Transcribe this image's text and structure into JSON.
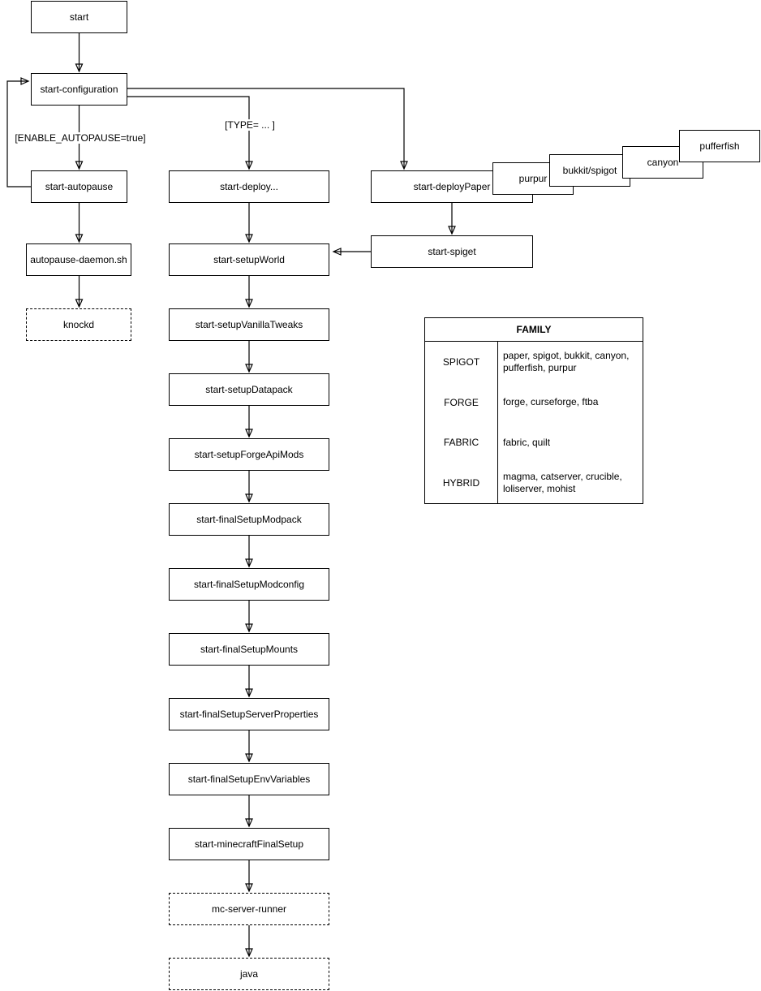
{
  "diagram": {
    "nodes": {
      "start": "start",
      "start_configuration": "start-configuration",
      "start_autopause": "start-autopause",
      "autopause_daemon": "autopause-daemon.sh",
      "knockd": "knockd",
      "start_deploy": "start-deploy...",
      "start_setupWorld": "start-setupWorld",
      "start_setupVanillaTweaks": "start-setupVanillaTweaks",
      "start_setupDatapack": "start-setupDatapack",
      "start_setupForgeApiMods": "start-setupForgeApiMods",
      "start_finalSetupModpack": "start-finalSetupModpack",
      "start_finalSetupModconfig": "start-finalSetupModconfig",
      "start_finalSetupMounts": "start-finalSetupMounts",
      "start_finalSetupServerProperties": "start-finalSetupServerProperties",
      "start_finalSetupEnvVariables": "start-finalSetupEnvVariables",
      "start_minecraftFinalSetup": "start-minecraftFinalSetup",
      "mc_server_runner": "mc-server-runner",
      "java": "java",
      "start_deployPaper": "start-deployPaper",
      "purpur": "purpur",
      "bukkit_spigot": "bukkit/spigot",
      "canyon": "canyon",
      "pufferfish": "pufferfish",
      "start_spiget": "start-spiget"
    },
    "edge_labels": {
      "enable_autopause": "[ENABLE_AUTOPAUSE=true]",
      "type": "[TYPE= ... ]"
    },
    "table": {
      "title": "FAMILY",
      "rows": [
        {
          "family": "SPIGOT",
          "members": "paper, spigot, bukkit, canyon, pufferfish, purpur"
        },
        {
          "family": "FORGE",
          "members": "forge, curseforge, ftba"
        },
        {
          "family": "FABRIC",
          "members": "fabric, quilt"
        },
        {
          "family": "HYBRID",
          "members": "magma, catserver, crucible, loliserver, mohist"
        }
      ]
    },
    "colors": {
      "line": "#000000",
      "box_border": "#000000",
      "box_fill": "#ffffff",
      "text": "#000000",
      "background": "#ffffff"
    }
  }
}
